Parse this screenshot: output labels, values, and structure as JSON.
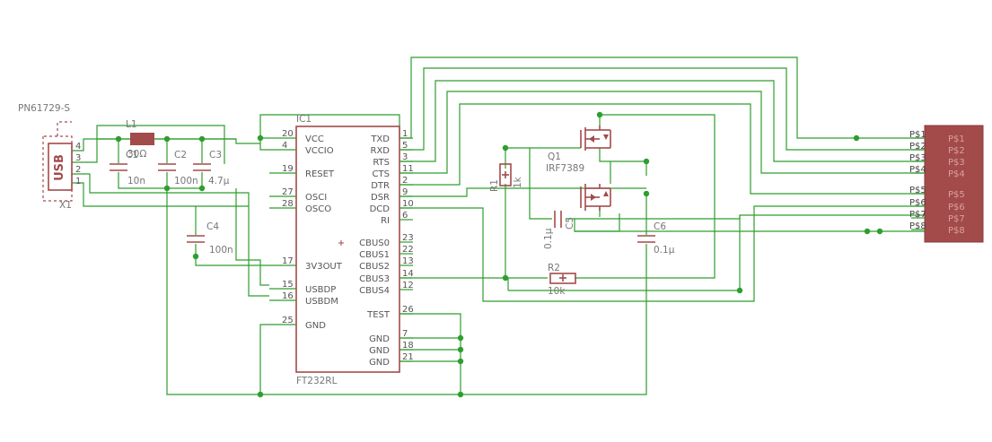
{
  "ic1": {
    "ref": "IC1",
    "value": "FT232RL",
    "left_pins": [
      {
        "num": "20",
        "name": "VCC"
      },
      {
        "num": "4",
        "name": "VCCIO"
      },
      {
        "num": "19",
        "name": "RESET"
      },
      {
        "num": "27",
        "name": "OSCI"
      },
      {
        "num": "28",
        "name": "OSCO"
      },
      {
        "num": "17",
        "name": "3V3OUT"
      },
      {
        "num": "15",
        "name": "USBDP"
      },
      {
        "num": "16",
        "name": "USBDM"
      },
      {
        "num": "25",
        "name": "GND"
      }
    ],
    "right_pins": [
      {
        "num": "1",
        "name": "TXD"
      },
      {
        "num": "5",
        "name": "RXD"
      },
      {
        "num": "3",
        "name": "RTS"
      },
      {
        "num": "11",
        "name": "CTS"
      },
      {
        "num": "2",
        "name": "DTR"
      },
      {
        "num": "9",
        "name": "DSR"
      },
      {
        "num": "10",
        "name": "DCD"
      },
      {
        "num": "6",
        "name": "RI"
      },
      {
        "num": "23",
        "name": "CBUS0"
      },
      {
        "num": "22",
        "name": "CBUS1"
      },
      {
        "num": "13",
        "name": "CBUS2"
      },
      {
        "num": "14",
        "name": "CBUS3"
      },
      {
        "num": "12",
        "name": "CBUS4"
      },
      {
        "num": "26",
        "name": "TEST"
      },
      {
        "num": "7",
        "name": "GND"
      },
      {
        "num": "18",
        "name": "GND"
      },
      {
        "num": "21",
        "name": "GND"
      }
    ]
  },
  "usb": {
    "part_name": "PN61729-S",
    "ref": "X1",
    "body_label": "USB",
    "pins": [
      "4",
      "3",
      "2",
      "1"
    ]
  },
  "l1": {
    "ref": "L1",
    "value": "30Ω"
  },
  "c1": {
    "ref": "C1",
    "value": "10n"
  },
  "c2": {
    "ref": "C2",
    "value": "100n"
  },
  "c3": {
    "ref": "C3",
    "value": "4.7µ"
  },
  "c4": {
    "ref": "C4",
    "value": "100n"
  },
  "c5": {
    "ref": "C5",
    "value": "0.1µ"
  },
  "c6": {
    "ref": "C6",
    "value": "0.1µ"
  },
  "r1": {
    "ref": "R1",
    "value": "1k"
  },
  "r2": {
    "ref": "R2",
    "value": "10k"
  },
  "q1": {
    "ref": "Q1",
    "value": "IRF7389"
  },
  "connector": {
    "pins": [
      {
        "pad": "P$1",
        "name": "P$1"
      },
      {
        "pad": "P$2",
        "name": "P$2"
      },
      {
        "pad": "P$3",
        "name": "P$3"
      },
      {
        "pad": "P$4",
        "name": "P$4"
      },
      {
        "pad": "P$5",
        "name": "P$5"
      },
      {
        "pad": "P$6",
        "name": "P$6"
      },
      {
        "pad": "P$7",
        "name": "P$7"
      },
      {
        "pad": "P$8",
        "name": "P$8"
      }
    ]
  },
  "colors": {
    "wire": "#2e9e2e",
    "part": "#a34a4a",
    "connector_fill": "#a34a4a"
  }
}
